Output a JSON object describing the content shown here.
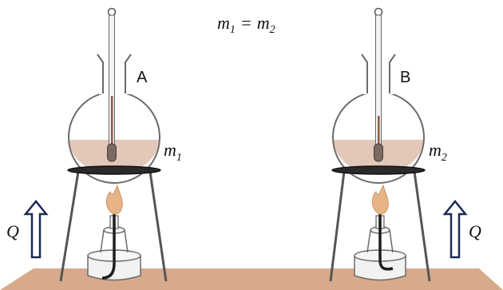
{
  "equation": {
    "m1": "m",
    "m1_sub": "1",
    "eq": "=",
    "m2": "m",
    "m2_sub": "2"
  },
  "flask_a": {
    "label": "A",
    "mass": "m",
    "mass_sub": "1"
  },
  "flask_b": {
    "label": "B",
    "mass": "m",
    "mass_sub": "2"
  },
  "heat_left": {
    "label": "Q"
  },
  "heat_right": {
    "label": "Q"
  },
  "colors": {
    "table": "#d8aa8c",
    "liquid": "#e3c7b8",
    "glass_stroke": "#6a6a6a",
    "thermometer": "#7a6a60",
    "arrow": "#1c2a57",
    "flame": "#e6b486",
    "wick": "#1e1e1e"
  }
}
